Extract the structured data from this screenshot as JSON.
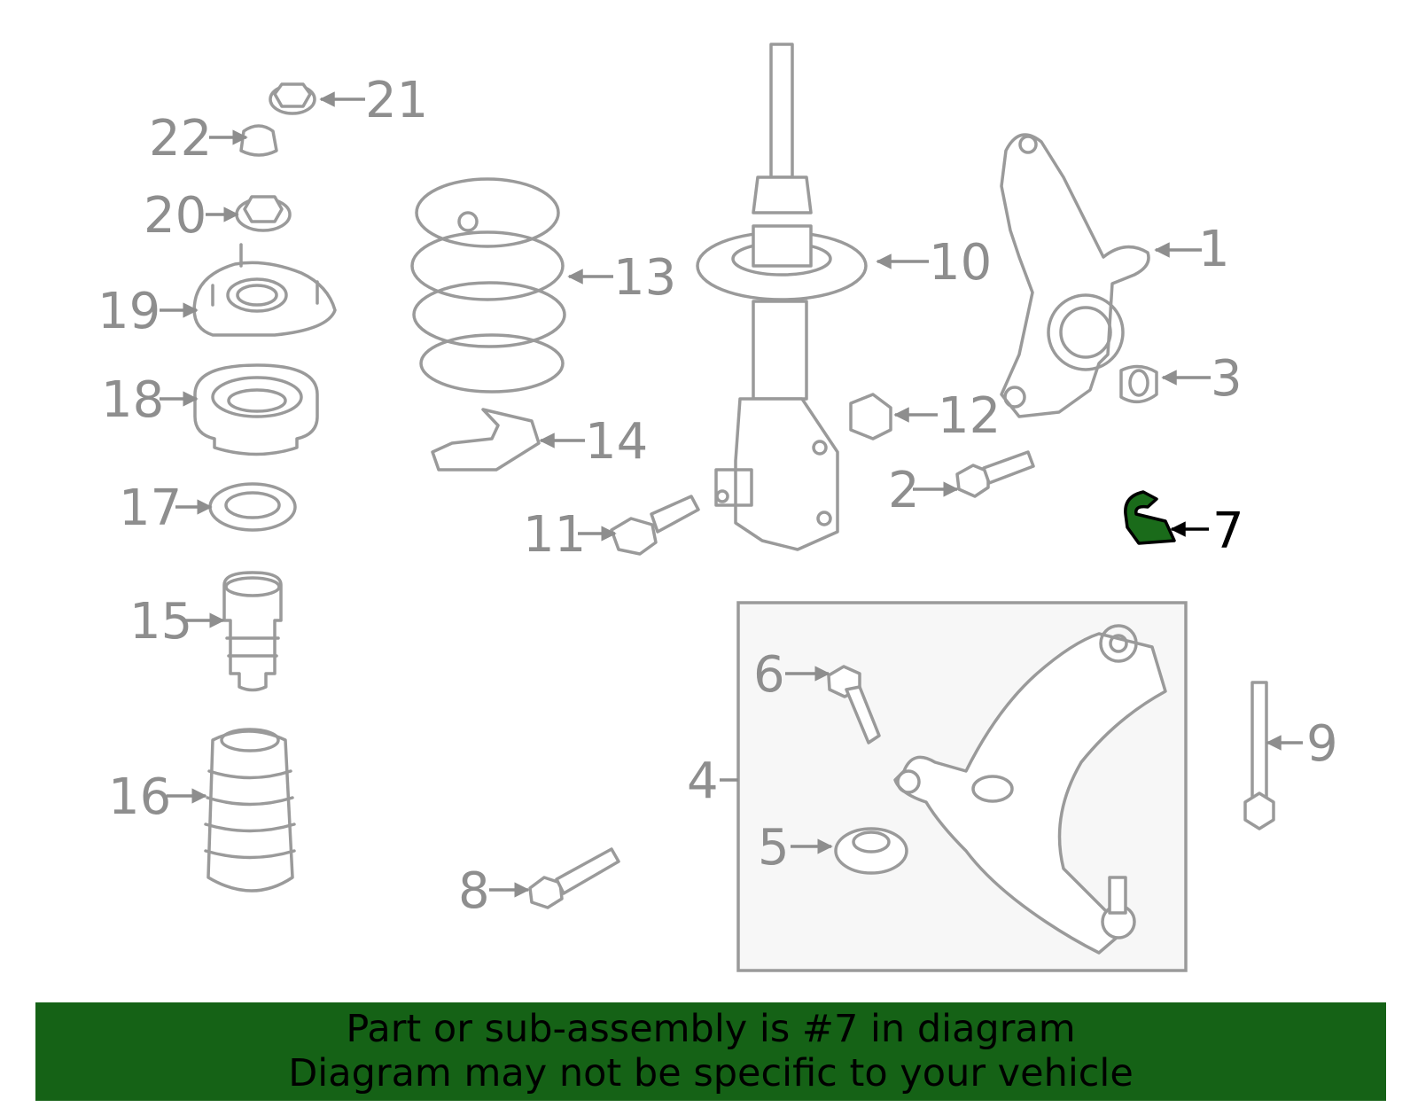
{
  "diagram": {
    "highlight_color": "#1a6b1a",
    "callouts": [
      "1",
      "2",
      "3",
      "4",
      "5",
      "6",
      "7",
      "8",
      "9",
      "10",
      "11",
      "12",
      "13",
      "14",
      "15",
      "16",
      "17",
      "18",
      "19",
      "20",
      "21",
      "22"
    ],
    "highlighted_callout": "7"
  },
  "banner": {
    "background": "#156216",
    "line1": "Part or sub-assembly is #7 in diagram",
    "line2": "Diagram may not be specific to your vehicle"
  }
}
